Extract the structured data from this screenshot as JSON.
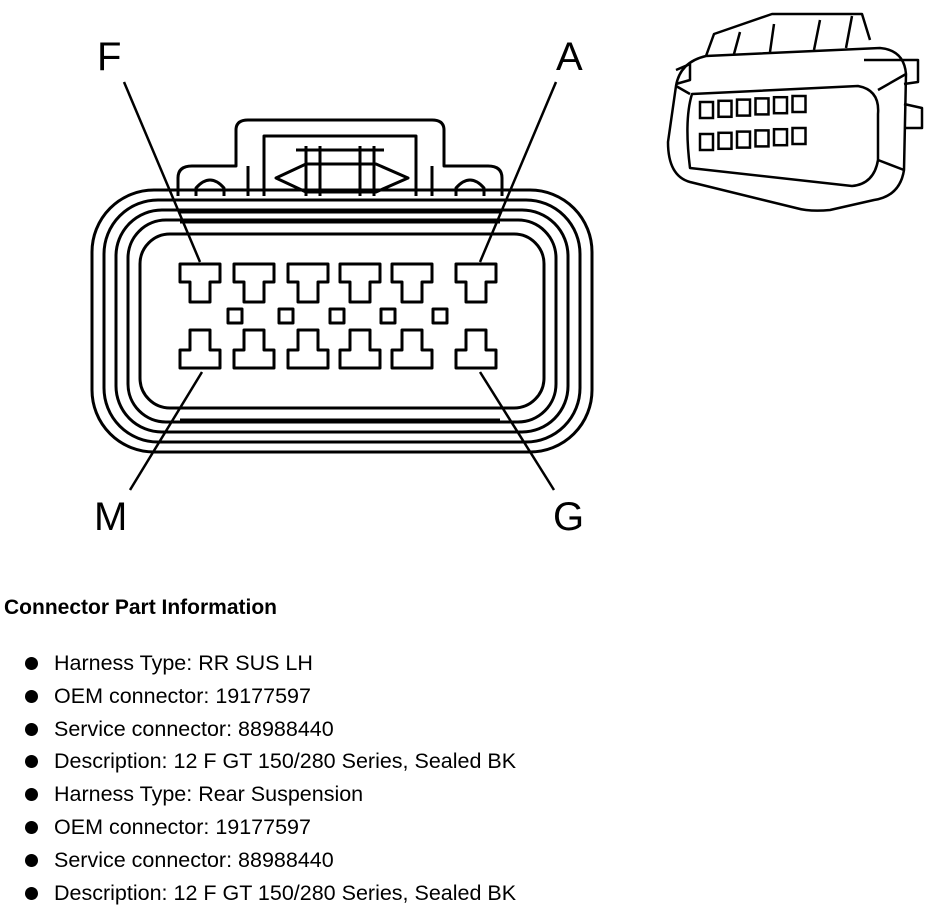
{
  "connector": {
    "pin_labels": {
      "top_left": "F",
      "top_right": "A",
      "bottom_left": "M",
      "bottom_right": "G"
    }
  },
  "part_info": {
    "heading": "Connector Part Information",
    "items": [
      "Harness Type: RR SUS LH",
      "OEM connector: 19177597",
      "Service connector: 88988440",
      "Description: 12 F GT 150/280 Series, Sealed BK",
      "Harness Type: Rear Suspension",
      "OEM connector: 19177597",
      "Service connector: 88988440",
      "Description: 12 F GT 150/280 Series, Sealed BK"
    ]
  }
}
